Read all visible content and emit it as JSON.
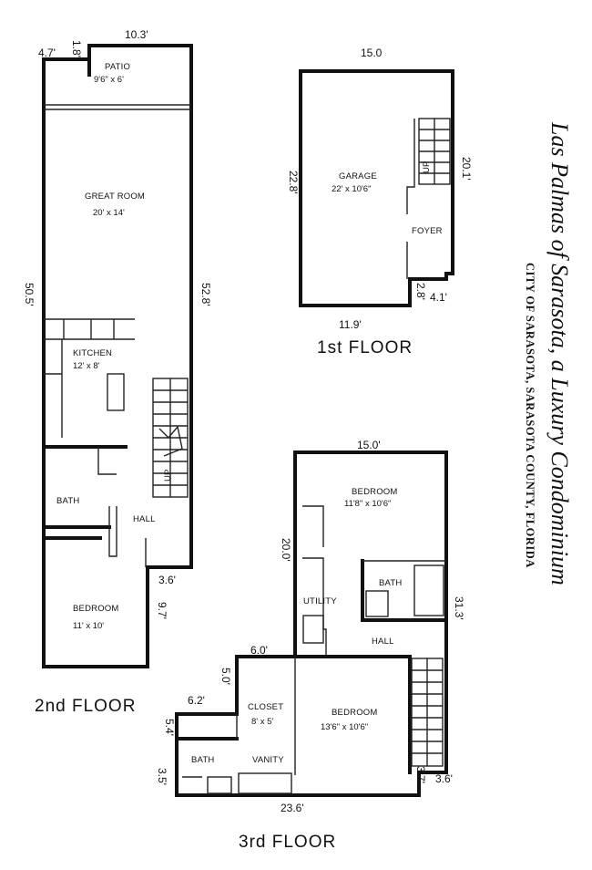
{
  "title": "Las Palmas of Sarasota, a Luxury Condominium",
  "subtitle": "CITY OF SARASOTA, SARASOTA COUNTY, FLORIDA",
  "floors": {
    "first": {
      "label": "1st FLOOR",
      "rooms": {
        "garage": {
          "name": "GARAGE",
          "size": "22' x 10'6\""
        },
        "foyer": {
          "name": "FOYER"
        },
        "stair": {
          "name": "UP"
        }
      },
      "dims": {
        "top": "15.0",
        "left": "22.8'",
        "right": "20.1'",
        "bottom": "11.9'",
        "foyer_bottom": "2.8'",
        "foyer_width": "4.1'"
      }
    },
    "second": {
      "label": "2nd FLOOR",
      "rooms": {
        "patio": {
          "name": "PATIO",
          "size": "9'6\" x 6'"
        },
        "great_room": {
          "name": "GREAT ROOM",
          "size": "20' x 14'"
        },
        "kitchen": {
          "name": "KITCHEN",
          "size": "12' x 8'"
        },
        "bath": {
          "name": "BATH"
        },
        "hall": {
          "name": "HALL"
        },
        "bedroom": {
          "name": "BEDROOM",
          "size": "11' x 10'"
        },
        "stair": {
          "name": "UP"
        }
      },
      "dims": {
        "top": "10.3'",
        "top_left": "4.7'",
        "notch": "1.8'",
        "left": "50.5'",
        "right": "52.8'",
        "step": "3.6'",
        "right_lower": "9.7'"
      }
    },
    "third": {
      "label": "3rd FLOOR",
      "rooms": {
        "bedroom_top": {
          "name": "BEDROOM",
          "size": "11'8\" x 10'6\""
        },
        "bath_right": {
          "name": "BATH"
        },
        "utility": {
          "name": "UTILITY"
        },
        "hall": {
          "name": "HALL"
        },
        "closet": {
          "name": "CLOSET",
          "size": "8' x 5'"
        },
        "bedroom_main": {
          "name": "BEDROOM",
          "size": "13'6\" x 10'6\""
        },
        "bath_left": {
          "name": "BATH"
        },
        "vanity": {
          "name": "VANITY"
        }
      },
      "dims": {
        "top": "15.0'",
        "left_upper": "20.0'",
        "right": "31.3'",
        "step": "6.0'",
        "closet_depth": "5.0'",
        "closet_width": "6.2'",
        "bath_depth": "5.4'",
        "bath_small": "3.5'",
        "bottom": "23.6'",
        "bottom_right_a": "3.7'",
        "bottom_right_b": "3.6'"
      }
    }
  }
}
